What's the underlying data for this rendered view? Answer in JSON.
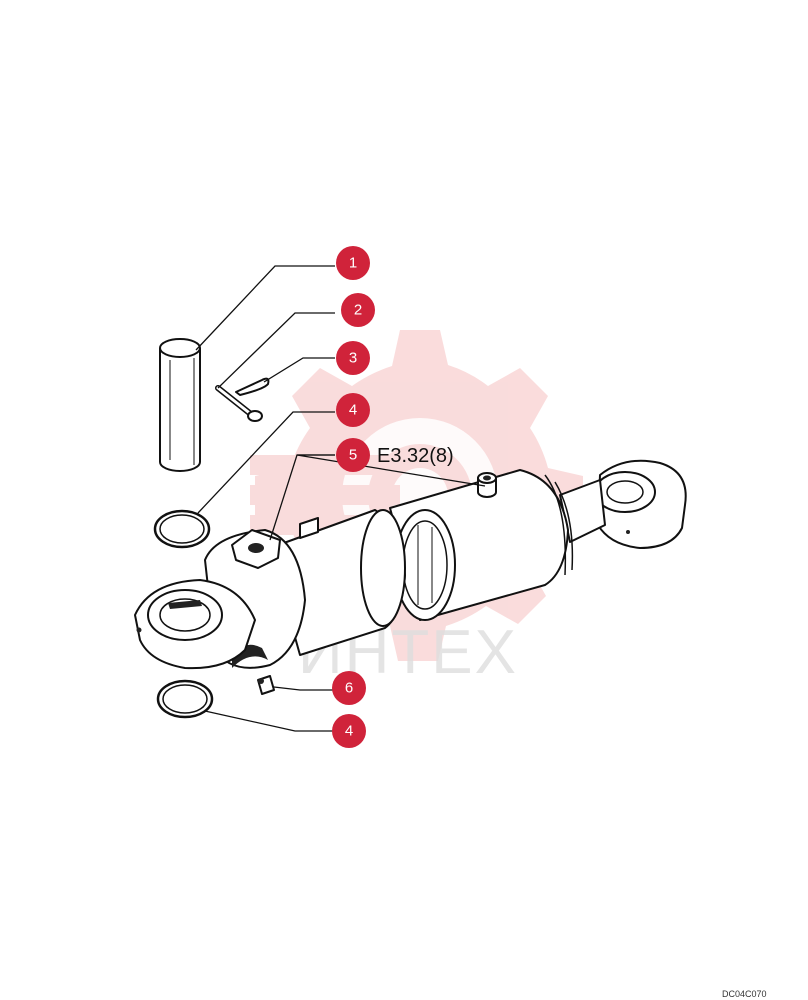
{
  "watermark": {
    "text": "ИНТЕХ",
    "color": "#f5c0c0",
    "text_color": "#dedede"
  },
  "accent_color": "#d0233a",
  "callouts": [
    {
      "id": "c1",
      "number": "1"
    },
    {
      "id": "c2",
      "number": "2"
    },
    {
      "id": "c3",
      "number": "3"
    },
    {
      "id": "c4a",
      "number": "4"
    },
    {
      "id": "c5",
      "number": "5",
      "reference": "E3.32(8)"
    },
    {
      "id": "c6",
      "number": "6"
    },
    {
      "id": "c4b",
      "number": "4"
    }
  ],
  "drawing_code": "DC04C070"
}
